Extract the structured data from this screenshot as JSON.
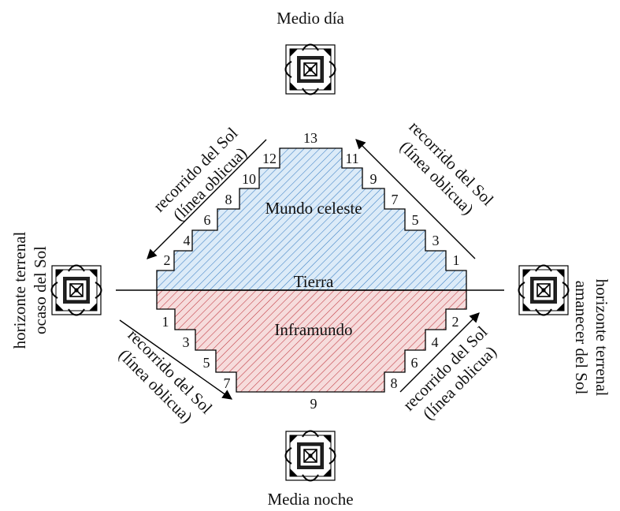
{
  "labels": {
    "top": "Medio día",
    "bottom": "Media noche",
    "left_line1": "horizonte terrenal",
    "left_line2": "ocaso del Sol",
    "right_line1": "horizonte terrenal",
    "right_line2": "amanecer del Sol",
    "upper_region": "Mundo celeste",
    "middle_region": "Tierra",
    "lower_region": "Inframundo",
    "path_line1": "recorrido del Sol",
    "path_line2": "(línea oblicua)"
  },
  "upper_numbers": {
    "top": "13",
    "left": [
      "12",
      "10",
      "8",
      "6",
      "4",
      "2"
    ],
    "right": [
      "11",
      "9",
      "7",
      "5",
      "3",
      "1"
    ]
  },
  "lower_numbers": {
    "bottom": "9",
    "left": [
      "1",
      "3",
      "5",
      "7"
    ],
    "right": [
      "2",
      "4",
      "6",
      "8"
    ]
  },
  "colors": {
    "upper_hatch": "#3a7fc4",
    "upper_fill": "#dcebf8",
    "lower_hatch": "#c0343c",
    "lower_fill": "#f6dcdc"
  },
  "icons": [
    "sun-glyph-icon"
  ]
}
